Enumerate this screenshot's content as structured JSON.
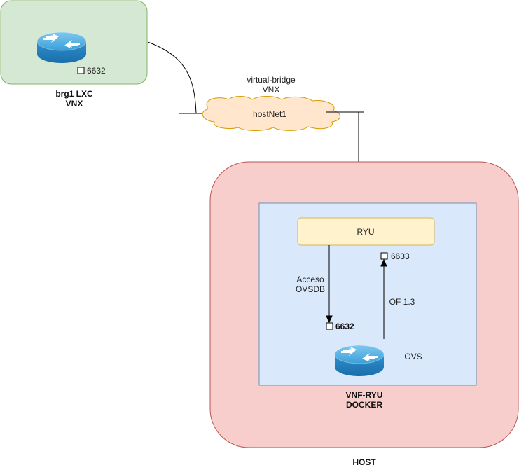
{
  "brg1": {
    "title_line1": "brg1 LXC",
    "title_line2": "VNX",
    "port": "6632",
    "fill": "#d5e8d4",
    "stroke": "#82b366"
  },
  "cloud": {
    "caption_line1": "virtual-bridge",
    "caption_line2": "VNX",
    "label": "hostNet1",
    "fill": "#ffe6cc",
    "stroke": "#d79b00"
  },
  "host": {
    "label": "HOST",
    "fill": "#f8cecc",
    "stroke": "#b85450"
  },
  "vnf": {
    "title_line1": "VNF-RYU",
    "title_line2": "DOCKER",
    "fill": "#dae8fc",
    "stroke": "#6c8ebf"
  },
  "ryu": {
    "label": "RYU",
    "fill": "#fff2cc",
    "stroke": "#d6b656"
  },
  "ovs": {
    "label": "OVS",
    "port_ovsdb": "6632",
    "port_of": "6633"
  },
  "edges": {
    "ovsdb_line1": "Acceso",
    "ovsdb_line2": "OVSDB",
    "openflow": "OF 1.3"
  },
  "icons": {
    "router": "router-icon",
    "port": "port-icon"
  }
}
